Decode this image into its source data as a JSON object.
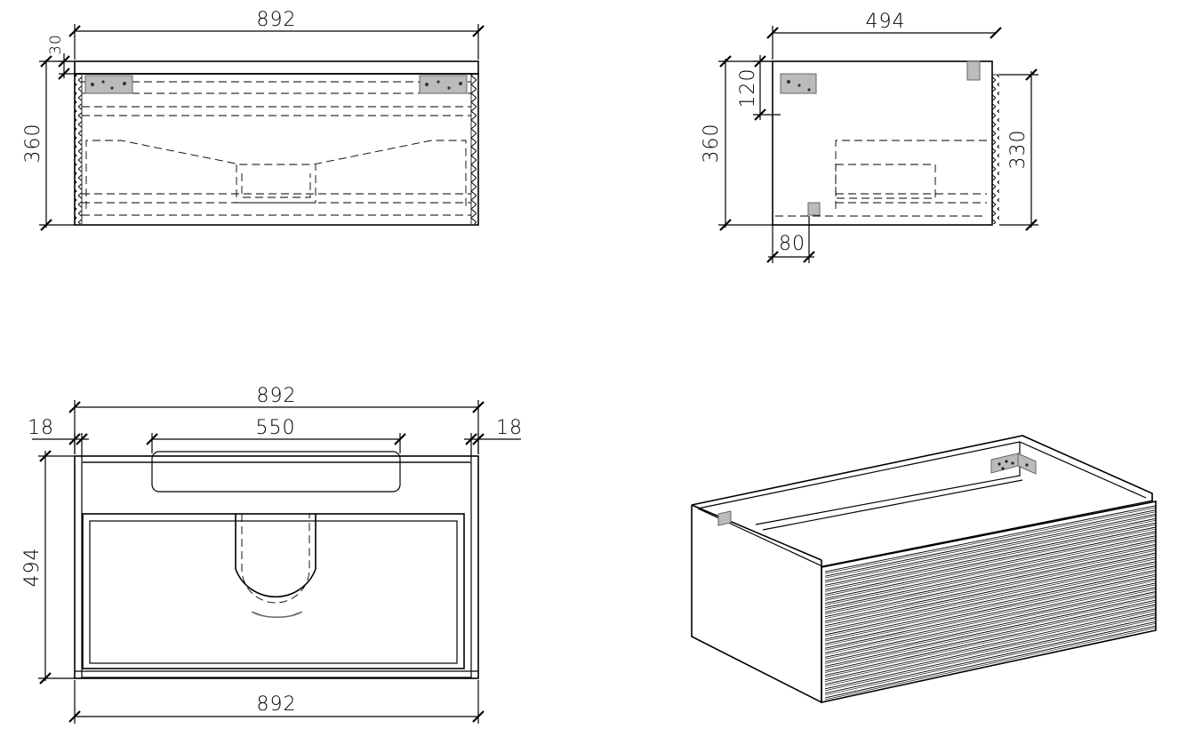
{
  "drawing": {
    "front_view": {
      "width_label": "892",
      "top_thickness_label": "30",
      "height_label": "360"
    },
    "side_view": {
      "depth_label": "494",
      "height_label": "360",
      "bracket_height_label": "120",
      "inner_height_label": "330",
      "foot_offset_label": "80"
    },
    "top_view": {
      "top_width_label": "892",
      "basin_width_label": "550",
      "left_panel_label": "18",
      "right_panel_label": "18",
      "depth_label": "494",
      "bottom_width_label": "892"
    }
  }
}
